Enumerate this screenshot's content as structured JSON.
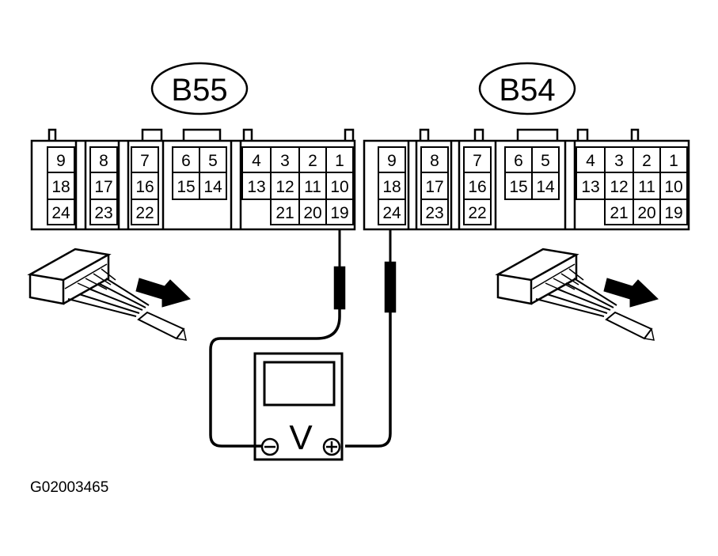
{
  "connectors": [
    {
      "name": "B55",
      "pins": [
        "9",
        "8",
        "7",
        "6",
        "5",
        "4",
        "3",
        "2",
        "1",
        "18",
        "17",
        "16",
        "15",
        "14",
        "13",
        "12",
        "11",
        "10",
        "24",
        "23",
        "22",
        "21",
        "20",
        "19"
      ]
    },
    {
      "name": "B54",
      "pins": [
        "9",
        "8",
        "7",
        "6",
        "5",
        "4",
        "3",
        "2",
        "1",
        "18",
        "17",
        "16",
        "15",
        "14",
        "13",
        "12",
        "11",
        "10",
        "24",
        "23",
        "22",
        "21",
        "20",
        "19"
      ]
    }
  ],
  "meter": {
    "symbol": "V",
    "negative": "⊖",
    "positive": "⊕"
  },
  "figure_id": "G02003465",
  "colors": {
    "ink": "#000000",
    "background": "#ffffff"
  }
}
